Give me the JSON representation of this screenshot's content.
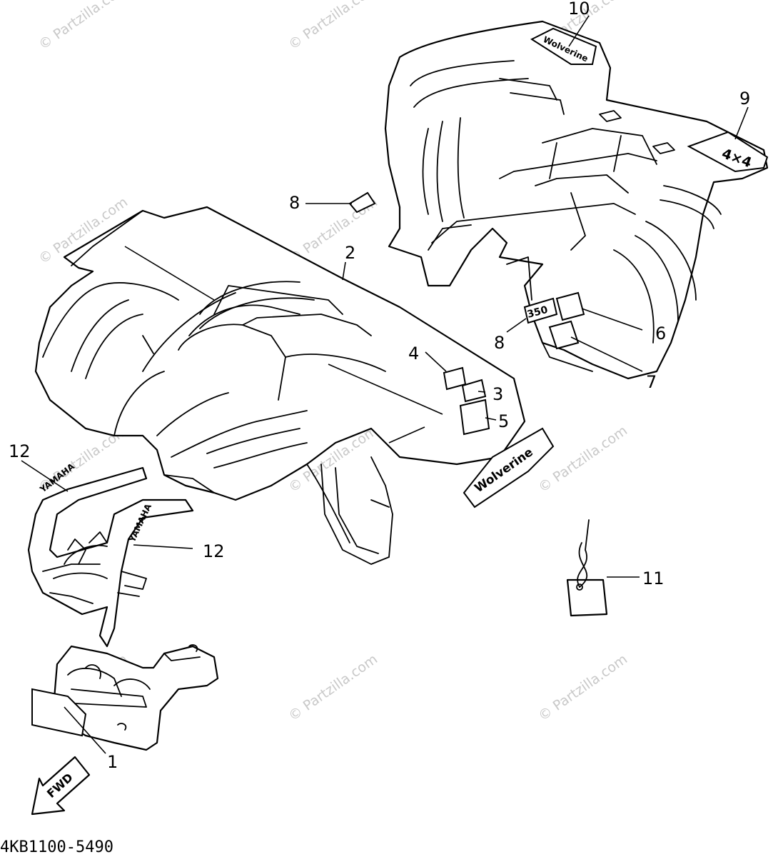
{
  "diagram": {
    "code": "4KB1100-5490",
    "fwd_label": "FWD",
    "watermark": "© Partzilla.com",
    "callouts": {
      "c1": "1",
      "c2": "2",
      "c3": "3",
      "c4": "4",
      "c5": "5",
      "c6": "6",
      "c7": "7",
      "c8a": "8",
      "c8b": "8",
      "c9": "9",
      "c10": "10",
      "c11": "11",
      "c12a": "12",
      "c12b": "12"
    },
    "decals": {
      "num_350": "350",
      "four_by_four": "4×4",
      "wolverine": "Wolverine",
      "yamaha_a": "YAMAHA",
      "yamaha_b": "YAMAHA"
    }
  }
}
